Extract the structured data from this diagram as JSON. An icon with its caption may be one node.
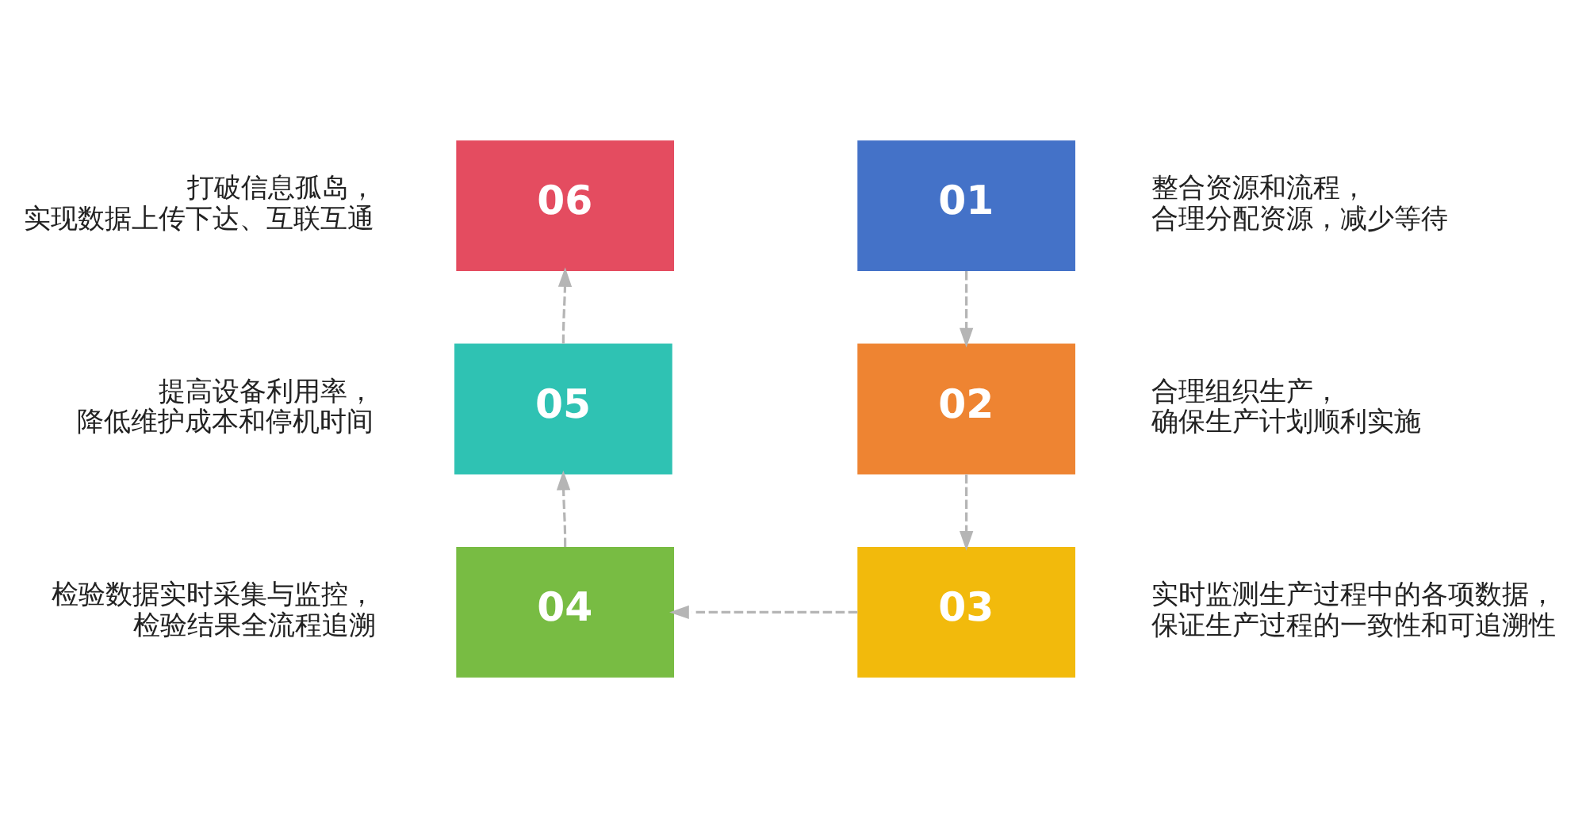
{
  "diagram": {
    "nodes": [
      {
        "text": [
          "01"
        ],
        "beside": [
          "整合资源和流程，合理分配资源，减少等待"
        ]
      },
      {
        "text": [
          "02"
        ],
        "beside": [
          "合理组织生产，确保生产计划顺利实施"
        ]
      },
      {
        "text": [
          "03"
        ],
        "beside": [
          "实时监测生产过程中的各项数据，保证生产过程的一致性和可追溯性"
        ]
      },
      {
        "text": [
          "04"
        ],
        "beside": [
          "检验数据实时采集与监控，检验结果全流程追溯"
        ]
      },
      {
        "text": [
          "05"
        ],
        "beside": [
          "提高设备利用率，降低维护成本和停机时间"
        ]
      },
      {
        "text": [
          "06"
        ],
        "beside": [
          "打破信息孤岛，实现数据上传下达、互联互通"
        ]
      }
    ],
    "edges": [
      {
        "from": 0,
        "to": 1,
        "arrow": "to",
        "style": "dashed"
      },
      {
        "from": 1,
        "to": 2,
        "arrow": "to",
        "style": "dashed"
      },
      {
        "from": 2,
        "to": 3,
        "arrow": "to",
        "style": "dashed"
      },
      {
        "from": 3,
        "to": 4,
        "arrow": "to",
        "style": "dashed"
      },
      {
        "from": 4,
        "to": 5,
        "arrow": "to",
        "style": "dashed"
      }
    ]
  }
}
